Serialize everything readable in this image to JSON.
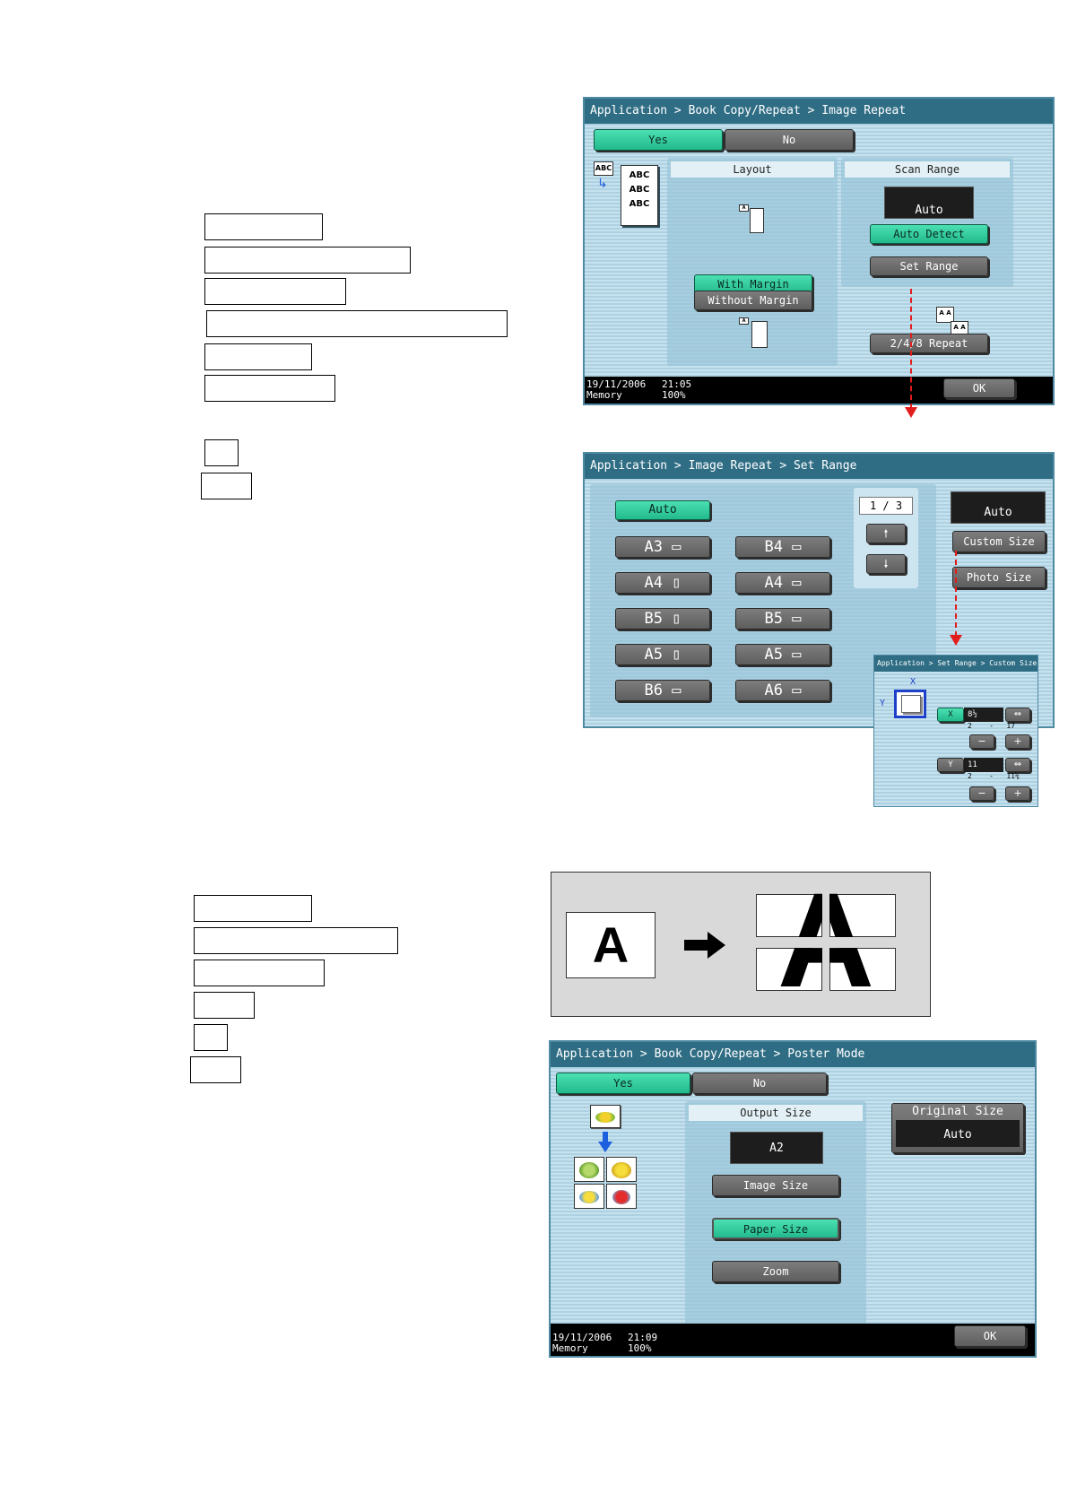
{
  "screen1": {
    "breadcrumb": "Application > Book Copy/Repeat > Image Repeat",
    "yes_label": "Yes",
    "no_label": "No",
    "layout_header": "Layout",
    "scan_range_header": "Scan Range",
    "scan_range_value": "Auto",
    "with_margin_label": "With Margin",
    "without_margin_label": "Without Margin",
    "auto_detect_label": "Auto Detect",
    "set_range_label": "Set Range",
    "repeat_label": "2/4/8 Repeat",
    "sample_text": "ABC",
    "status_date": "19/11/2006",
    "status_time": "21:05",
    "status_memory_label": "Memory",
    "status_memory_value": "100%",
    "ok_label": "OK"
  },
  "screen2": {
    "breadcrumb": "Application > Image Repeat > Set Range",
    "auto_label": "Auto",
    "page_indicator": "1 / 3",
    "size_left": [
      "A3 ▭",
      "A4 ▯",
      "B5 ▯",
      "A5 ▯",
      "B6 ▭"
    ],
    "size_right": [
      "B4 ▭",
      "A4 ▭",
      "B5 ▭",
      "A5 ▭",
      "A6 ▭"
    ],
    "current_value": "Auto",
    "custom_size_label": "Custom Size",
    "photo_size_label": "Photo Size"
  },
  "screen3": {
    "breadcrumb": "Application > Set Range > Custom Size",
    "x_axis_label": "X",
    "y_axis_label": "Y",
    "x_key": "X",
    "x_value": "8½",
    "x_range": "2    -   17",
    "y_key": "Y",
    "y_value": "11",
    "y_range": "2    -   11⅝",
    "minus": "−",
    "plus": "+",
    "swap": "⇔"
  },
  "poster_diagram": {
    "letter": "A"
  },
  "screen4": {
    "breadcrumb": "Application > Book Copy/Repeat > Poster Mode",
    "yes_label": "Yes",
    "no_label": "No",
    "output_size_header": "Output Size",
    "output_size_value": "A2",
    "image_size_label": "Image Size",
    "paper_size_label": "Paper Size",
    "zoom_label": "Zoom",
    "original_size_header": "Original Size",
    "original_size_value": "Auto",
    "status_date": "19/11/2006",
    "status_time": "21:09",
    "status_memory_label": "Memory",
    "status_memory_value": "100%",
    "ok_label": "OK"
  },
  "colors": {
    "title_bar": "#2f6d84",
    "green_button": "#2ecf9f",
    "gray_button": "#6a6a6a",
    "arrow_red": "#e31c1c",
    "arrow_blue": "#1e5fe0"
  }
}
